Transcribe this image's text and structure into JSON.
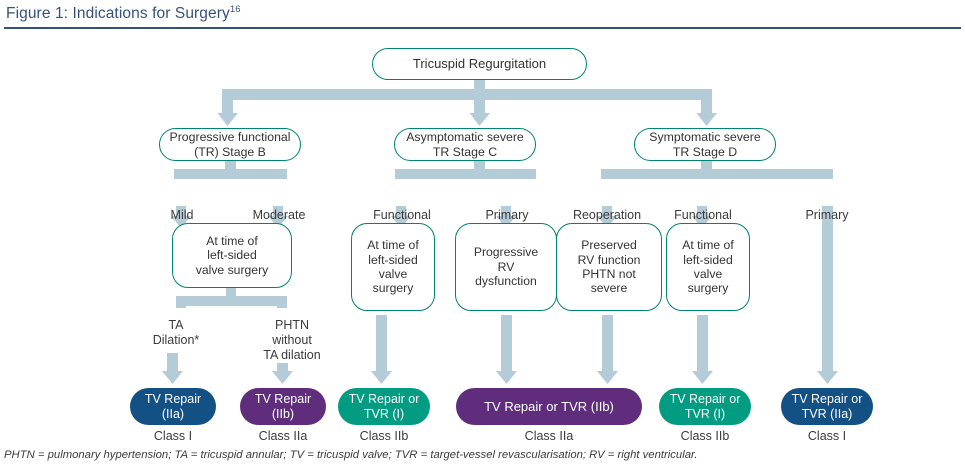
{
  "header": {
    "title": "Figure 1: Indications for Surgery",
    "superscript": "16"
  },
  "root": {
    "label": "Tricuspid Regurgitation"
  },
  "stages": [
    {
      "label": "Progressive functional\n(TR) Stage B"
    },
    {
      "label": "Asymptomatic severe\nTR Stage C"
    },
    {
      "label": "Symptomatic severe\nTR Stage D"
    }
  ],
  "branch_labels": [
    {
      "label": "Mild"
    },
    {
      "label": "Moderate"
    },
    {
      "label": "Functional"
    },
    {
      "label": "Primary"
    },
    {
      "label": "Reoperation"
    },
    {
      "label": "Functional"
    },
    {
      "label": "Primary"
    }
  ],
  "criteria": [
    {
      "label": "At time of\nleft-sided\nvalve surgery"
    },
    {
      "label": "At time of\nleft-sided\nvalve\nsurgery"
    },
    {
      "label": "Progressive\nRV\ndysfunction"
    },
    {
      "label": "Preserved\nRV function\nPHTN not\nsevere"
    },
    {
      "label": "At time of\nleft-sided\nvalve\nsurgery"
    }
  ],
  "sub_branch_labels": [
    {
      "label": "TA\nDilation*"
    },
    {
      "label": "PHTN\nwithout\nTA dilation"
    }
  ],
  "results": [
    {
      "label": "TV Repair\n(IIa)",
      "color_name": "blue",
      "color": "#135084",
      "class_label": "Class I"
    },
    {
      "label": "TV Repair\n(IIb)",
      "color_name": "purple",
      "color": "#602D7C",
      "class_label": "Class IIa"
    },
    {
      "label": "TV Repair or\nTVR (I)",
      "color_name": "teal",
      "color": "#029C82",
      "class_label": "Class IIb"
    },
    {
      "label": "TV Repair or TVR (IIb)",
      "color_name": "purple",
      "color": "#602D7C",
      "class_label": "Class IIa"
    },
    {
      "label": "TV Repair or\nTVR (I)",
      "color_name": "teal",
      "color": "#029C82",
      "class_label": "Class IIb"
    },
    {
      "label": "TV Repair or\nTVR (IIa)",
      "color_name": "blue",
      "color": "#135084",
      "class_label": "Class I"
    }
  ],
  "footnote": "PHTN = pulmonary hypertension; TA = tricuspid annular; TV = tricuspid valve; TVR = target-vessel revascularisation; RV = right ventricular.",
  "colors": {
    "title": "#36527a",
    "node_outline": "#00846d",
    "connector": "#b4cbd8",
    "text": "#3b3b3b"
  }
}
